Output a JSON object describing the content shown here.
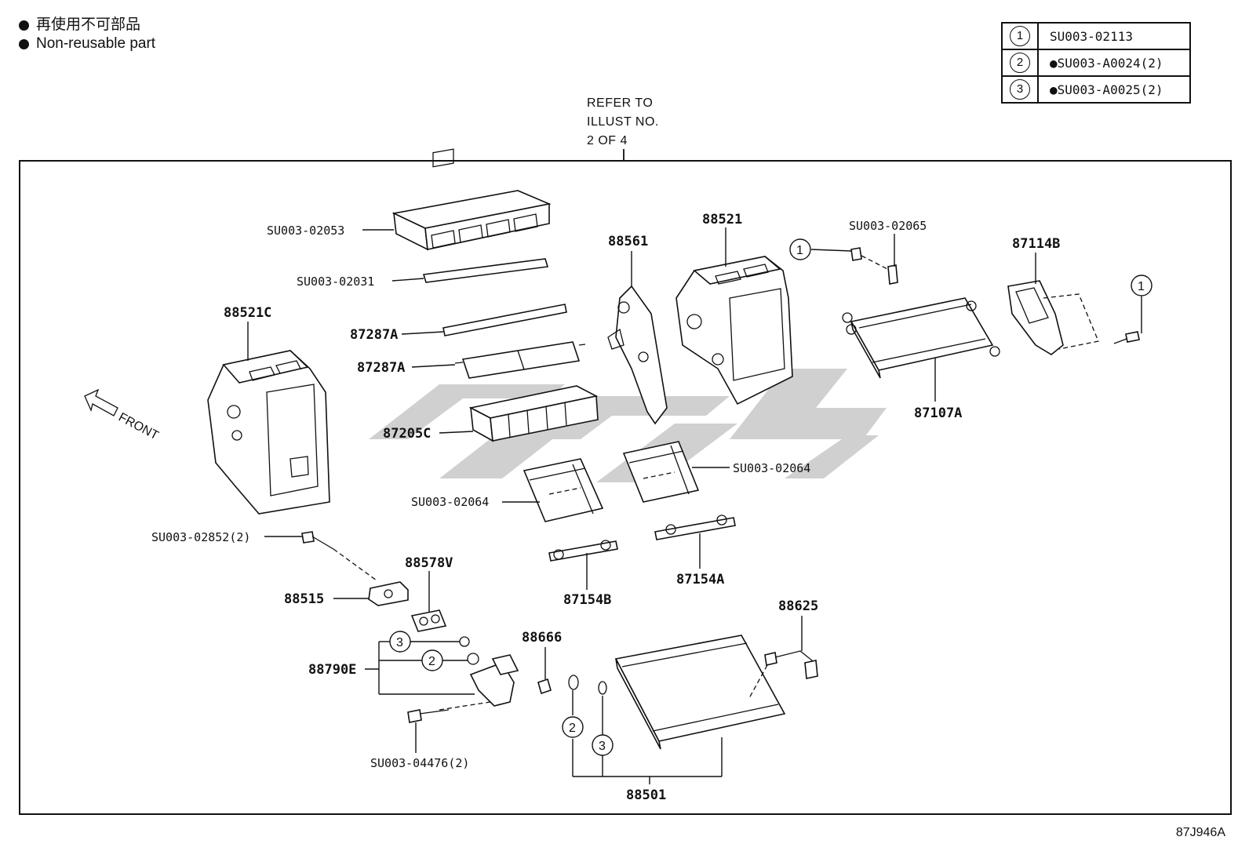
{
  "legend": {
    "line_jp": "再使用不可部品",
    "line_en": "Non-reusable part"
  },
  "key_table": [
    {
      "num": "1",
      "part": "SU003-02113"
    },
    {
      "num": "2",
      "part": "●SU003-A0024(2)"
    },
    {
      "num": "3",
      "part": "●SU003-A0025(2)"
    }
  ],
  "refer": {
    "line1": "REFER TO",
    "line2": "ILLUST NO.",
    "line3": "2 OF 4"
  },
  "front_label": "FRONT",
  "labels": {
    "su003_02053": "SU003-02053",
    "su003_02031": "SU003-02031",
    "p88521c": "88521C",
    "p87287a_top": "87287A",
    "p87287a_bottom": "87287A",
    "p87205c": "87205C",
    "su003_02064_left": "SU003-02064",
    "su003_02064_right": "SU003-02064",
    "p88561": "88561",
    "p88521": "88521",
    "su003_02065": "SU003-02065",
    "p87114b": "87114B",
    "p87107a": "87107A",
    "su003_02852": "SU003-02852(2)",
    "p88515": "88515",
    "p88578v": "88578V",
    "p87154b": "87154B",
    "p87154a": "87154A",
    "p88666": "88666",
    "p88790e": "88790E",
    "su003_04476": "SU003-04476(2)",
    "p88625": "88625",
    "p88501": "88501"
  },
  "callouts": {
    "c1_top": "1",
    "c1_right": "1",
    "c3_valve": "3",
    "c2_valve": "2",
    "c2_evap": "2",
    "c3_evap": "3"
  },
  "doc_id": "87J946A"
}
